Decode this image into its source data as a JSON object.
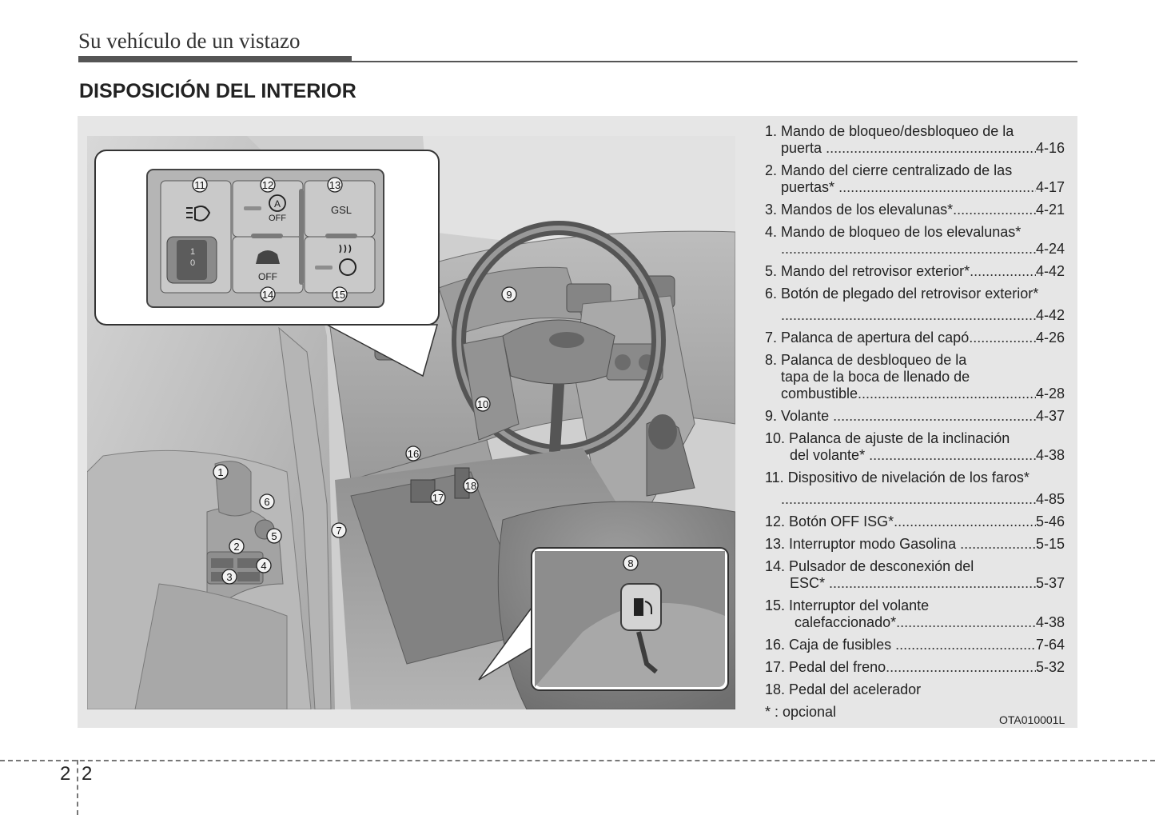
{
  "header": {
    "title": "Su vehículo de un vistazo"
  },
  "section": {
    "title": "DISPOSICIÓN DEL INTERIOR"
  },
  "items": [
    {
      "num": "1.",
      "lines": [
        "Mando de bloqueo/desbloqueo de la",
        "puerta"
      ],
      "page": "4-16"
    },
    {
      "num": "2.",
      "lines": [
        "Mando del cierre centralizado de las",
        "puertas*"
      ],
      "page": "4-17"
    },
    {
      "num": "3.",
      "lines": [
        "Mandos de los elevalunas*"
      ],
      "page": "4-21"
    },
    {
      "num": "4.",
      "lines": [
        "Mando de bloqueo de los elevalunas*",
        ""
      ],
      "page": "4-24"
    },
    {
      "num": "5.",
      "lines": [
        "Mando del retrovisor exterior*"
      ],
      "page": "4-42"
    },
    {
      "num": "6.",
      "lines": [
        "Botón de plegado del retrovisor exterior*",
        ""
      ],
      "page": "4-42"
    },
    {
      "num": "7.",
      "lines": [
        "Palanca de apertura del capó"
      ],
      "page": "4-26"
    },
    {
      "num": "8.",
      "lines": [
        "Palanca de desbloqueo de la",
        "tapa de la boca de llenado de",
        "combustible"
      ],
      "page": "4-28"
    },
    {
      "num": "9.",
      "lines": [
        "Volante"
      ],
      "page": "4-37"
    },
    {
      "num": "10.",
      "lines": [
        "Palanca de ajuste de la inclinación",
        "del volante*"
      ],
      "page": "4-38"
    },
    {
      "num": "11.",
      "lines": [
        "Dispositivo de nivelación de los faros*",
        ""
      ],
      "page": "4-85"
    },
    {
      "num": "12.",
      "lines": [
        "Botón OFF ISG*"
      ],
      "page": "5-46"
    },
    {
      "num": "13.",
      "lines": [
        "Interruptor modo Gasolina"
      ],
      "page": "5-15"
    },
    {
      "num": "14.",
      "lines": [
        "Pulsador de desconexión del",
        "ESC*"
      ],
      "page": "5-37"
    },
    {
      "num": "15.",
      "lines": [
        "Interruptor del volante",
        "calefaccionado*"
      ],
      "page": "4-38"
    },
    {
      "num": "16.",
      "lines": [
        "Caja de fusibles"
      ],
      "page": "7-64"
    },
    {
      "num": "17.",
      "lines": [
        "Pedal del freno"
      ],
      "page": "5-32"
    },
    {
      "num": "18.",
      "lines": [
        "Pedal del acelerador"
      ],
      "page": ""
    }
  ],
  "note": "* : opcional",
  "figure_code": "OTA010001L",
  "illustration": {
    "callouts": [
      "1",
      "2",
      "3",
      "4",
      "5",
      "6",
      "7",
      "8",
      "9",
      "10",
      "11",
      "12",
      "13",
      "14",
      "15",
      "16",
      "17",
      "18"
    ],
    "switch_labels": {
      "isg_off": "OFF",
      "isg_symbol": "A",
      "gsl": "GSL",
      "esc_off": "OFF",
      "dial_1": "1",
      "dial_0": "0"
    }
  },
  "footer": {
    "page_left": "2",
    "page_right": "2"
  },
  "colors": {
    "panel_bg": "#e6e6e6",
    "illustration_bg": "#c9c9c9",
    "rule": "#555555"
  }
}
